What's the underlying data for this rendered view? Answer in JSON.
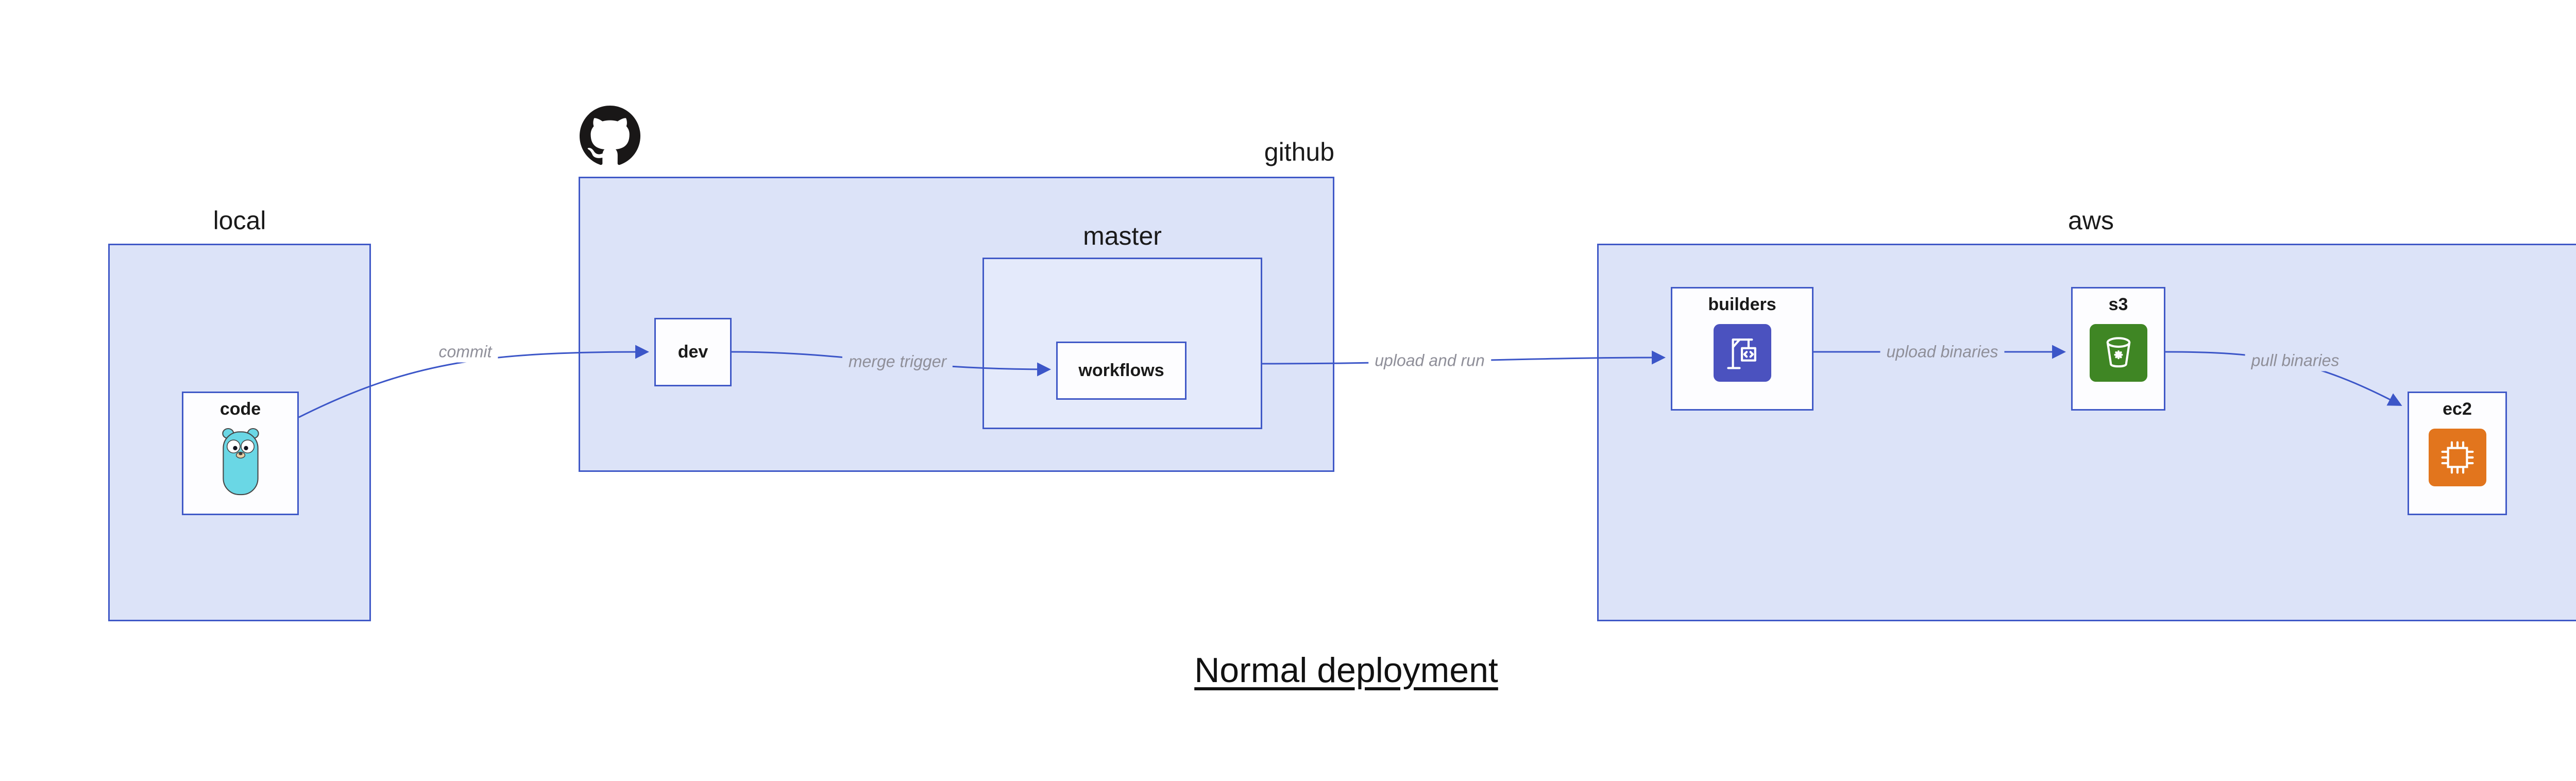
{
  "diagram_title": "Normal deployment",
  "groups": {
    "local": {
      "label": "local"
    },
    "github": {
      "label": "github"
    },
    "master": {
      "label": "master"
    },
    "aws": {
      "label": "aws"
    }
  },
  "nodes": {
    "code": {
      "label": "code",
      "icon": "go-gopher-icon"
    },
    "dev": {
      "label": "dev"
    },
    "workflows": {
      "label": "workflows"
    },
    "builders": {
      "label": "builders",
      "icon": "aws-codebuild-crane-icon"
    },
    "s3": {
      "label": "s3",
      "icon": "aws-s3-bucket-icon"
    },
    "ec2": {
      "label": "ec2",
      "icon": "aws-ec2-chip-icon"
    }
  },
  "edges": {
    "commit": {
      "label": "commit",
      "from": "code",
      "to": "dev"
    },
    "merge_trigger": {
      "label": "merge trigger",
      "from": "dev",
      "to": "workflows"
    },
    "upload_and_run": {
      "label": "upload and run",
      "from": "master",
      "to": "builders"
    },
    "upload_binaries": {
      "label": "upload binaries",
      "from": "builders",
      "to": "s3"
    },
    "pull_binaries": {
      "label": "pull binaries",
      "from": "s3",
      "to": "ec2"
    }
  },
  "colors": {
    "group_fill": "#dce3f8",
    "master_fill": "#e4eafb",
    "node_fill": "#fdfdff",
    "border_blue": "#4059c7",
    "arrow_blue": "#3c56c8",
    "edge_label_gray": "#8f8f99",
    "octocat_black": "#191717",
    "gopher_cyan": "#6ad7e5",
    "codebuild_purple": "#4b52bf",
    "s3_green": "#3f8624",
    "ec2_orange": "#e2751d"
  }
}
